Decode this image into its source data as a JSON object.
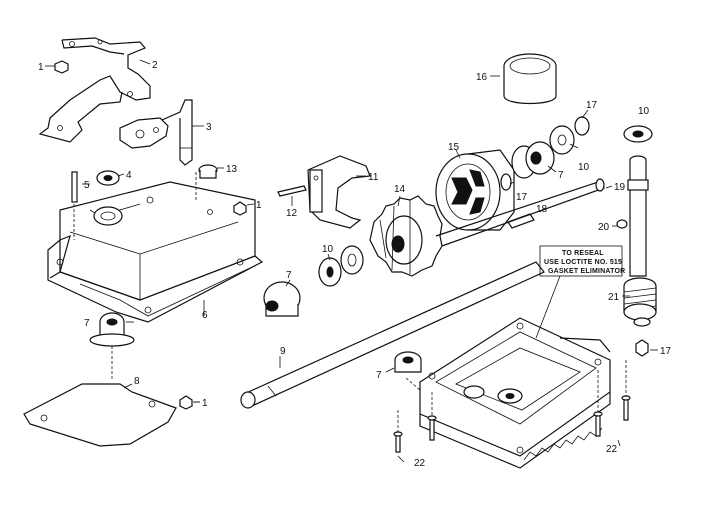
{
  "callouts": {
    "c1a": "1",
    "c2": "2",
    "c3": "3",
    "c4": "4",
    "c5": "5",
    "c13": "13",
    "c1b": "1",
    "c12": "12",
    "c11": "11",
    "c14": "14",
    "c15": "15",
    "c16": "16",
    "c17a": "17",
    "c10a": "10",
    "c7a": "7",
    "c17b": "17",
    "c18": "18",
    "c19": "19",
    "c20": "20",
    "c10b": "10",
    "c10c": "10",
    "c7b": "7",
    "c7c": "7",
    "c8": "8",
    "c1c": "1",
    "c9": "9",
    "c7d": "7",
    "c21": "21",
    "c17c": "17",
    "c22a": "22",
    "c22b": "22",
    "c6": "6"
  },
  "note": {
    "line1": "TO RESEAL",
    "line2": "USE LOCTITE NO. 515",
    "line3": "GASKET ELIMINATOR"
  }
}
